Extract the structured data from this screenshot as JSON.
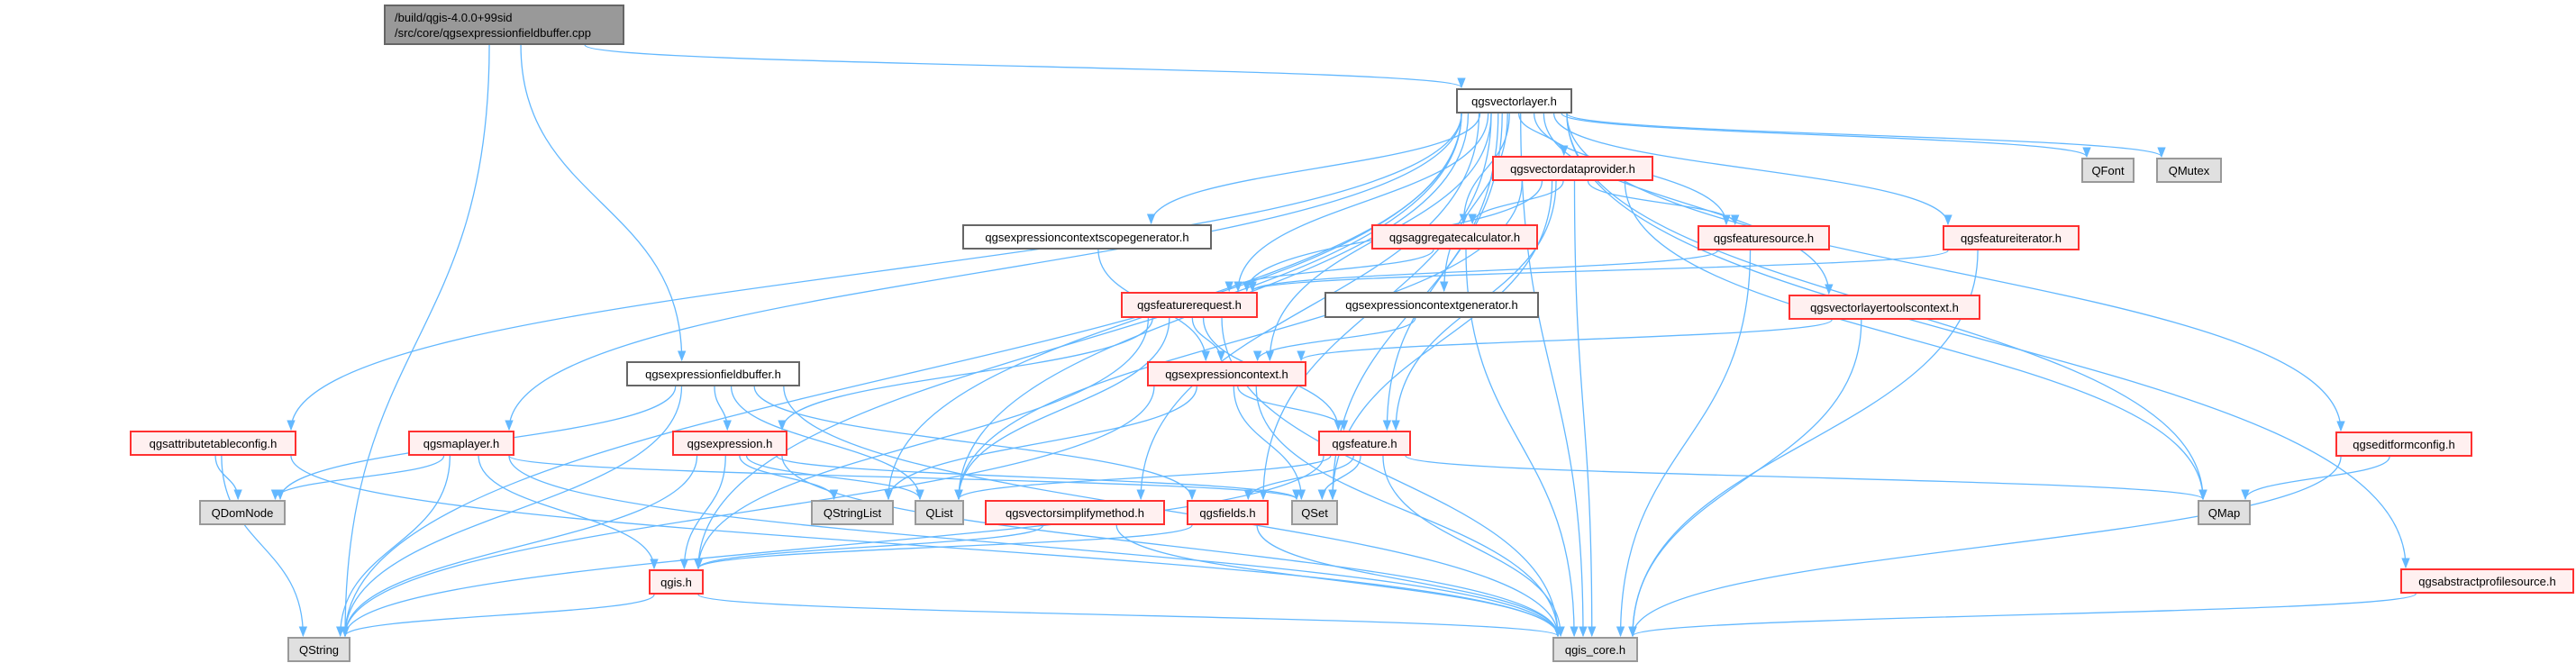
{
  "graph": {
    "title_lines": [
      "/build/qgis-4.0.0+99sid",
      "/src/core/qgsexpressionfieldbuffer.cpp"
    ],
    "colors": {
      "edge": "#63b8ff",
      "red_border": "#ff3030",
      "red_fill": "#fff0f0",
      "ext_fill": "#e0e0e0",
      "root_fill": "#999999"
    },
    "nodes": {
      "root": {
        "label": "/src/core/qgsexpressionfieldbuffer.cpp",
        "kind": "root"
      },
      "vectorlayer": {
        "label": "qgsvectorlayer.h",
        "kind": "normal"
      },
      "vectordataprovider": {
        "label": "qgsvectordataprovider.h",
        "kind": "red"
      },
      "qfont": {
        "label": "QFont",
        "kind": "ext"
      },
      "qmutex": {
        "label": "QMutex",
        "kind": "ext"
      },
      "ctxscopegen": {
        "label": "qgsexpressioncontextscopegenerator.h",
        "kind": "normal"
      },
      "aggcalc": {
        "label": "qgsaggregatecalculator.h",
        "kind": "red"
      },
      "featuresource": {
        "label": "qgsfeaturesource.h",
        "kind": "red"
      },
      "featureiterator": {
        "label": "qgsfeatureiterator.h",
        "kind": "red"
      },
      "featurerequest": {
        "label": "qgsfeaturerequest.h",
        "kind": "red"
      },
      "ctxgen": {
        "label": "qgsexpressioncontextgenerator.h",
        "kind": "normal"
      },
      "vltoolsctx": {
        "label": "qgsvectorlayertoolscontext.h",
        "kind": "red"
      },
      "fieldbuffer": {
        "label": "qgsexpressionfieldbuffer.h",
        "kind": "normal"
      },
      "exprctx": {
        "label": "qgsexpressioncontext.h",
        "kind": "red"
      },
      "attrtable": {
        "label": "qgsattributetableconfig.h",
        "kind": "red"
      },
      "maplayer": {
        "label": "qgsmaplayer.h",
        "kind": "red"
      },
      "expression": {
        "label": "qgsexpression.h",
        "kind": "red"
      },
      "feature": {
        "label": "qgsfeature.h",
        "kind": "red"
      },
      "editform": {
        "label": "qgseditformconfig.h",
        "kind": "red"
      },
      "qdomnode": {
        "label": "QDomNode",
        "kind": "ext"
      },
      "qstringlist": {
        "label": "QStringList",
        "kind": "ext"
      },
      "qlist": {
        "label": "QList",
        "kind": "ext"
      },
      "simplify": {
        "label": "qgsvectorsimplifymethod.h",
        "kind": "red"
      },
      "fields": {
        "label": "qgsfields.h",
        "kind": "red"
      },
      "qset": {
        "label": "QSet",
        "kind": "ext"
      },
      "qmap": {
        "label": "QMap",
        "kind": "ext"
      },
      "qgis": {
        "label": "qgis.h",
        "kind": "red"
      },
      "profilesource": {
        "label": "qgsabstractprofilesource.h",
        "kind": "red"
      },
      "qstring": {
        "label": "QString",
        "kind": "ext"
      },
      "qgiscore": {
        "label": "qgis_core.h",
        "kind": "ext"
      }
    },
    "edges": [
      [
        "root",
        "qstring"
      ],
      [
        "root",
        "fieldbuffer"
      ],
      [
        "root",
        "vectorlayer"
      ],
      [
        "vectorlayer",
        "qstring"
      ],
      [
        "vectorlayer",
        "attrtable"
      ],
      [
        "vectorlayer",
        "maplayer"
      ],
      [
        "vectorlayer",
        "qgis"
      ],
      [
        "vectorlayer",
        "qlist"
      ],
      [
        "vectorlayer",
        "qstringlist"
      ],
      [
        "vectorlayer",
        "simplify"
      ],
      [
        "vectorlayer",
        "fields"
      ],
      [
        "vectorlayer",
        "exprctx"
      ],
      [
        "vectorlayer",
        "ctxscopegen"
      ],
      [
        "vectorlayer",
        "featurerequest"
      ],
      [
        "vectorlayer",
        "aggcalc"
      ],
      [
        "vectorlayer",
        "vectordataprovider"
      ],
      [
        "vectorlayer",
        "featuresource"
      ],
      [
        "vectorlayer",
        "ctxgen"
      ],
      [
        "vectorlayer",
        "feature"
      ],
      [
        "vectorlayer",
        "qset"
      ],
      [
        "vectorlayer",
        "featureiterator"
      ],
      [
        "vectorlayer",
        "vltoolsctx"
      ],
      [
        "vectorlayer",
        "qfont"
      ],
      [
        "vectorlayer",
        "qmutex"
      ],
      [
        "vectorlayer",
        "qmap"
      ],
      [
        "vectorlayer",
        "qgiscore"
      ],
      [
        "vectorlayer",
        "editform"
      ],
      [
        "vectorlayer",
        "profilesource"
      ],
      [
        "vectordataprovider",
        "featurerequest"
      ],
      [
        "vectordataprovider",
        "aggcalc"
      ],
      [
        "vectordataprovider",
        "featuresource"
      ],
      [
        "vectordataprovider",
        "qlist"
      ],
      [
        "vectordataprovider",
        "feature"
      ],
      [
        "vectordataprovider",
        "qset"
      ],
      [
        "vectordataprovider",
        "qgiscore"
      ],
      [
        "vectordataprovider",
        "qmap"
      ],
      [
        "ctxscopegen",
        "exprctx"
      ],
      [
        "aggcalc",
        "featurerequest"
      ],
      [
        "aggcalc",
        "qgiscore"
      ],
      [
        "featuresource",
        "featurerequest"
      ],
      [
        "featuresource",
        "qgiscore"
      ],
      [
        "featureiterator",
        "featurerequest"
      ],
      [
        "featureiterator",
        "qgiscore"
      ],
      [
        "featurerequest",
        "qgis"
      ],
      [
        "featurerequest",
        "expression"
      ],
      [
        "featurerequest",
        "exprctx"
      ],
      [
        "featurerequest",
        "feature"
      ],
      [
        "featurerequest",
        "qlist"
      ],
      [
        "featurerequest",
        "qgiscore"
      ],
      [
        "ctxgen",
        "exprctx"
      ],
      [
        "vltoolsctx",
        "exprctx"
      ],
      [
        "vltoolsctx",
        "qgiscore"
      ],
      [
        "fieldbuffer",
        "qstring"
      ],
      [
        "fieldbuffer",
        "qdomnode"
      ],
      [
        "fieldbuffer",
        "expression"
      ],
      [
        "fieldbuffer",
        "qlist"
      ],
      [
        "fieldbuffer",
        "fields"
      ],
      [
        "fieldbuffer",
        "qgiscore"
      ],
      [
        "exprctx",
        "qstring"
      ],
      [
        "exprctx",
        "qstringlist"
      ],
      [
        "exprctx",
        "feature"
      ],
      [
        "exprctx",
        "qset"
      ],
      [
        "exprctx",
        "qgiscore"
      ],
      [
        "attrtable",
        "qdomnode"
      ],
      [
        "attrtable",
        "qstring"
      ],
      [
        "attrtable",
        "qgiscore"
      ],
      [
        "maplayer",
        "qdomnode"
      ],
      [
        "maplayer",
        "qstring"
      ],
      [
        "maplayer",
        "qgis"
      ],
      [
        "maplayer",
        "qgiscore"
      ],
      [
        "maplayer",
        "qset"
      ],
      [
        "expression",
        "qstring"
      ],
      [
        "expression",
        "qgis"
      ],
      [
        "expression",
        "qstringlist"
      ],
      [
        "expression",
        "qlist"
      ],
      [
        "expression",
        "qset"
      ],
      [
        "expression",
        "qgiscore"
      ],
      [
        "feature",
        "qlist"
      ],
      [
        "feature",
        "fields"
      ],
      [
        "feature",
        "qset"
      ],
      [
        "feature",
        "qstring"
      ],
      [
        "feature",
        "qgiscore"
      ],
      [
        "feature",
        "qmap"
      ],
      [
        "editform",
        "qmap"
      ],
      [
        "editform",
        "qgiscore"
      ],
      [
        "simplify",
        "qgis"
      ],
      [
        "simplify",
        "qgiscore"
      ],
      [
        "fields",
        "qgis"
      ],
      [
        "fields",
        "qgiscore"
      ],
      [
        "qgis",
        "qstring"
      ],
      [
        "qgis",
        "qgiscore"
      ],
      [
        "profilesource",
        "qgiscore"
      ]
    ]
  }
}
